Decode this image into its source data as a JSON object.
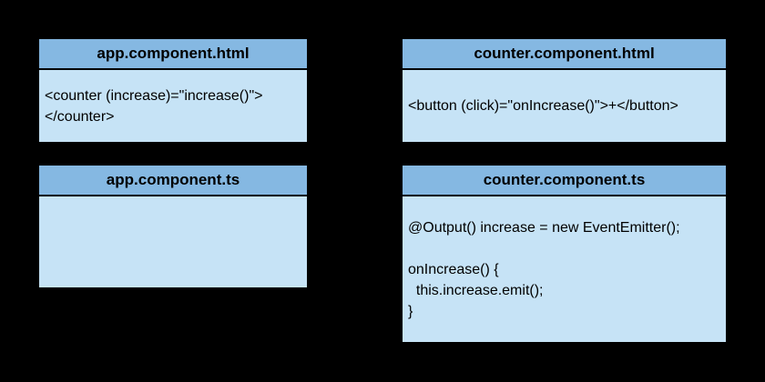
{
  "colors": {
    "background": "#000000",
    "header_fill": "#85b8e2",
    "body_fill": "#c6e3f6",
    "border": "#000000",
    "text": "#000000"
  },
  "cards": [
    {
      "title": "app.component.html",
      "code": "<counter (increase)=\"increase()\">\n</counter>"
    },
    {
      "title": "counter.component.html",
      "code": "<button (click)=\"onIncrease()\">+</button>"
    },
    {
      "title": "app.component.ts",
      "code": ""
    },
    {
      "title": "counter.component.ts",
      "code": "@Output() increase = new EventEmitter();\n\nonIncrease() {\n  this.increase.emit();\n}"
    }
  ]
}
